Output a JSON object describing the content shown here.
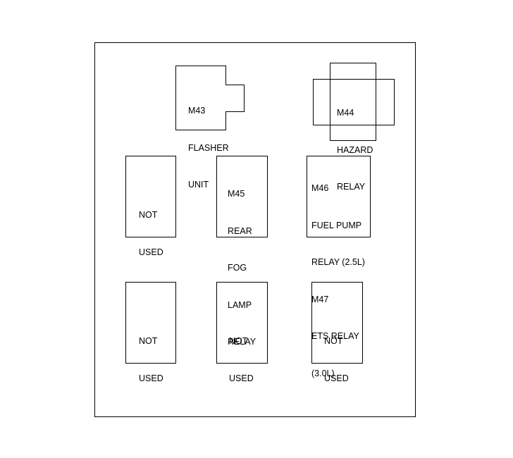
{
  "relays": {
    "m43": {
      "lines": [
        "M43",
        "FLASHER",
        "UNIT"
      ]
    },
    "m44": {
      "lines": [
        "M44",
        "HAZARD",
        "RELAY"
      ]
    },
    "m45": {
      "lines": [
        "M45",
        "REAR",
        "FOG",
        "LAMP",
        "RELAY"
      ]
    },
    "m46_m47": {
      "lines": [
        "M46",
        "FUEL PUMP",
        "RELAY (2.5L)",
        "M47",
        "ETS RELAY",
        "(3.0L)"
      ]
    },
    "slot_mid_left": {
      "lines": [
        "NOT",
        "USED"
      ]
    },
    "slot_bottom_left": {
      "lines": [
        "NOT",
        "USED"
      ]
    },
    "slot_bottom_center": {
      "lines": [
        "NOT",
        "USED"
      ]
    },
    "slot_bottom_right": {
      "lines": [
        "NOT",
        "USED"
      ]
    }
  }
}
